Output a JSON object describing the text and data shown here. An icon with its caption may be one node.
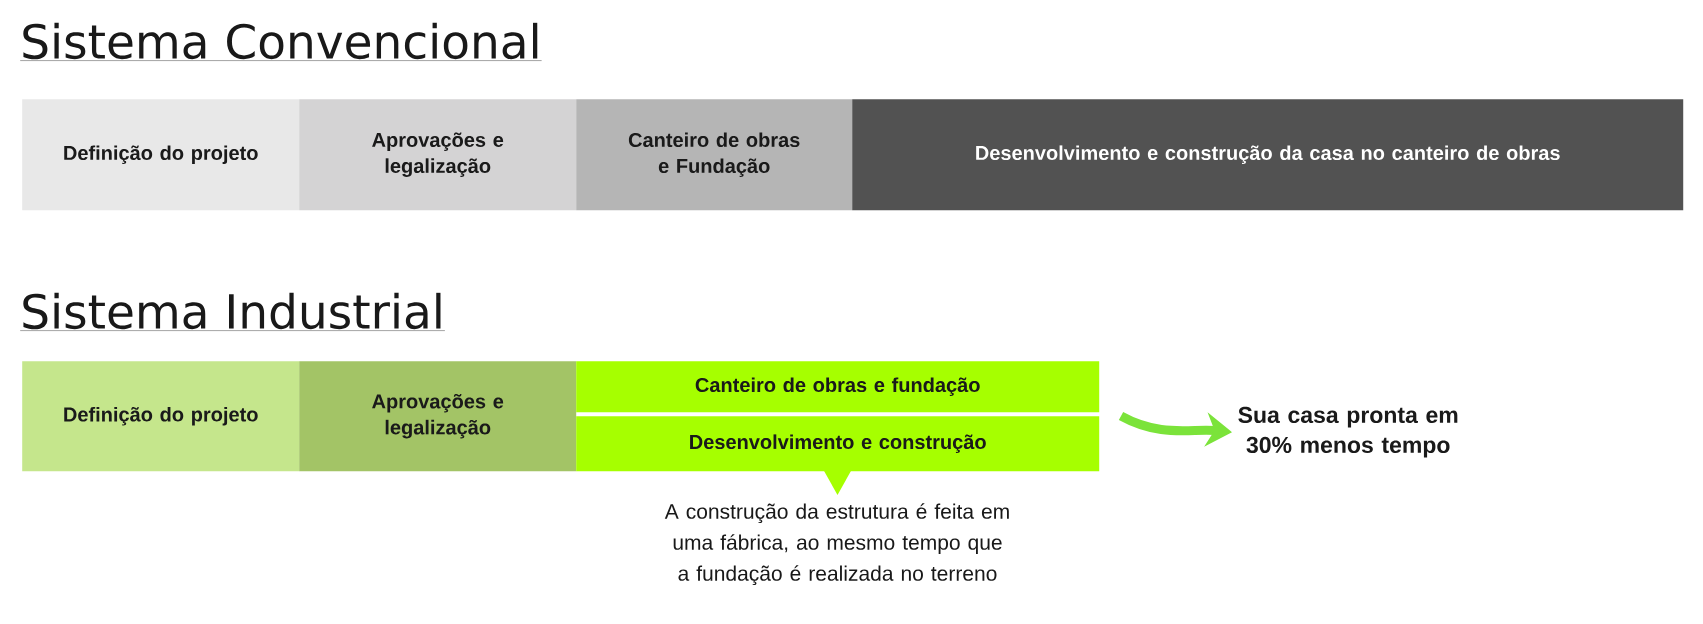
{
  "diagram": {
    "nodes": [
      {
        "text": [
          "Definição do projeto"
        ]
      },
      {
        "text": [
          "Aprovações e legalização"
        ]
      },
      {
        "text": [
          "Canteiro de obras e Fundação"
        ]
      },
      {
        "text": [
          "Desenvolvimento e construção da casa no canteiro de obras"
        ]
      },
      {
        "text": [
          "Definição do projeto"
        ]
      },
      {
        "text": [
          "Aprovações e legalização"
        ]
      },
      {
        "text": [
          "Canteiro de obras e fundação"
        ]
      },
      {
        "text": [
          "Desenvolvimento e construção"
        ],
        "beside": [
          "A construção da estrutura é feita em uma fábrica, ao mesmo tempo que a fundação é realizada no terreno"
        ]
      },
      {
        "text": [
          "Sua casa pronta em 30% menos tempo"
        ]
      }
    ],
    "edges": [
      {
        "from": null,
        "to": 8,
        "arrow": "to",
        "color": "#7be33a"
      }
    ],
    "labels": [
      "Sistema Convencional",
      "Sistema Industrial"
    ]
  }
}
